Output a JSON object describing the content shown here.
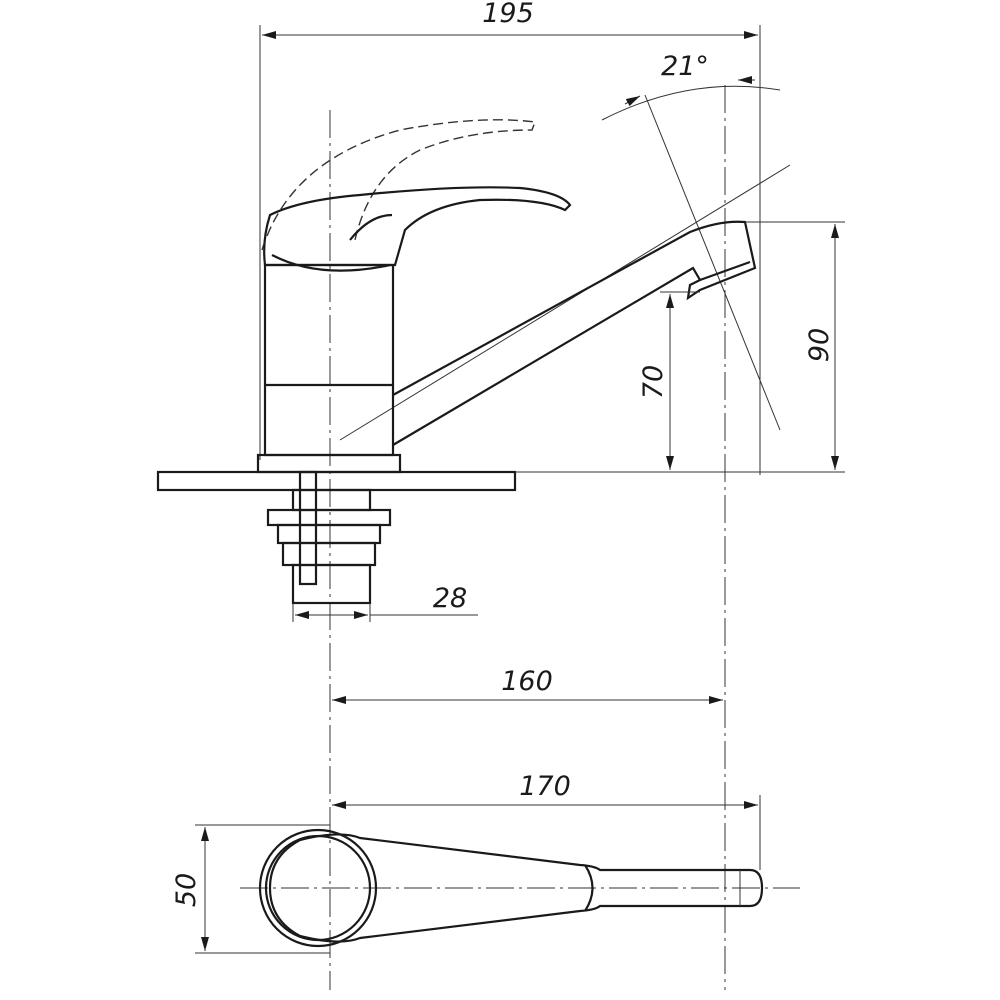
{
  "title": "Single-lever faucet dimensional drawing",
  "dimensions": {
    "overall_width": "195",
    "lever_angle": "21°",
    "total_height": "90",
    "spout_height": "70",
    "shank_diameter": "28",
    "spout_reach": "160",
    "top_view_length": "170",
    "top_view_width": "50"
  },
  "colors": {
    "line": "#1a1a1a",
    "background": "#ffffff"
  }
}
